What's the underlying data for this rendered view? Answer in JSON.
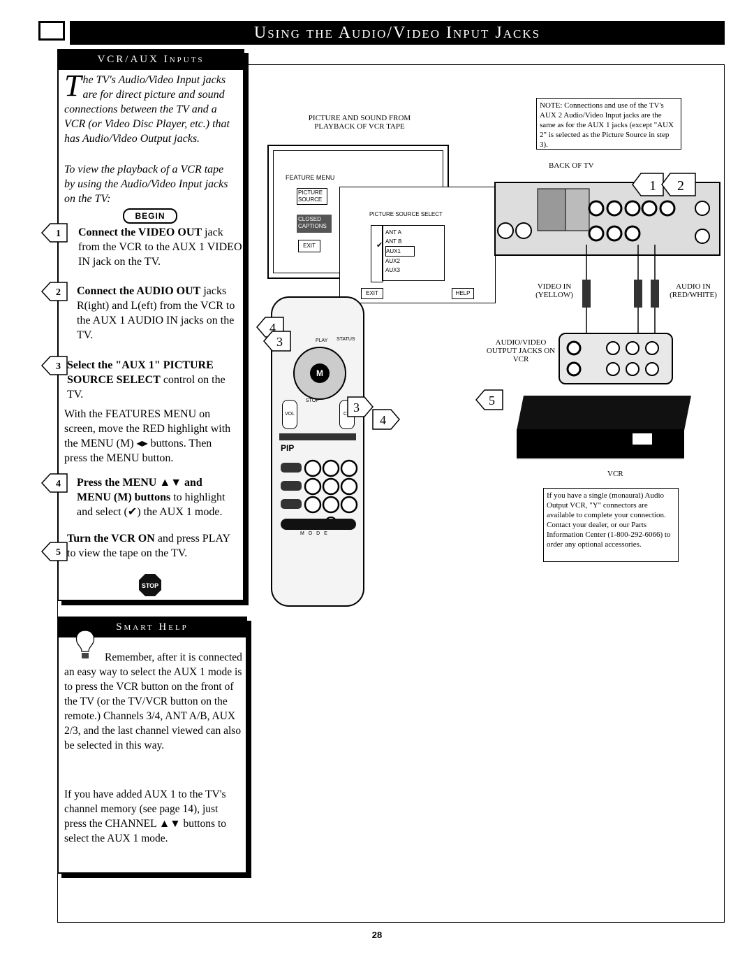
{
  "header": {
    "title": "Using the Audio/Video Input Jacks"
  },
  "panel1": {
    "title": "VCR/AUX Inputs",
    "intro_drop": "T",
    "intro": "he TV's Audio/Video Input jacks are for direct picture and sound connections between the TV and a VCR (or Video Disc Player, etc.) that has Audio/Video Output jacks.",
    "intro2": "To view the playback of a VCR tape by using the Audio/Video Input jacks on the TV:",
    "begin_label": "BEGIN",
    "steps": [
      {
        "num": "1",
        "bold": "Connect the VIDEO OUT",
        "text": " jack from the VCR to the AUX 1 VIDEO IN jack on the TV."
      },
      {
        "num": "2",
        "bold": "Connect the AUDIO OUT",
        "text": " jacks R(ight) and L(eft) from the VCR to the AUX 1 AUDIO IN jacks on the TV."
      },
      {
        "num": "3",
        "bold": "Select the \"AUX 1\" PICTURE SOURCE SELECT",
        "text": " control on the TV.",
        "extra": "With the FEATURES MENU on screen, move the RED highlight with the MENU (M) ◂▸ buttons. Then press the MENU button."
      },
      {
        "num": "4",
        "bold": "Press the MENU ▲▼ and MENU (M) buttons",
        "text": " to highlight and select (✔) the AUX 1 mode."
      },
      {
        "num": "5",
        "bold": "Turn the VCR ON",
        "text": " and press PLAY to view the tape on the TV."
      }
    ],
    "stop_label": "STOP"
  },
  "panel2": {
    "title": "Smart Help",
    "p1": "Remember, after it is connected an easy way to select the AUX 1 mode is to press the VCR button on the front of the TV (or the TV/VCR button on the remote.) Channels 3/4, ANT A/B, AUX 2/3, and the last channel viewed can also be selected in this way.",
    "p2": "If you have added AUX 1 to the TV's channel memory (see page 14), just press the CHANNEL ▲▼ buttons to select the AUX 1 mode."
  },
  "diagram": {
    "playback_caption": "PICTURE AND SOUND FROM PLAYBACK OF VCR TAPE",
    "note_aux2": "NOTE: Connections and use of the TV's AUX 2 Audio/Video Input jacks are the same as for the AUX 1 jacks (except \"AUX 2\" is selected as the Picture Source in step 3).",
    "back_of_tv": "BACK OF TV",
    "feature_menu": "FEATURE MENU",
    "menu_items": [
      "PICTURE SOURCE",
      "CLOSED CAPTIONS",
      "EXIT"
    ],
    "picture_source_select": "PICTURE SOURCE SELECT",
    "source_options": [
      "ANT A",
      "ANT B",
      "AUX1",
      "AUX2",
      "AUX3"
    ],
    "exit": "EXIT",
    "help": "HELP",
    "video_in": "VIDEO IN",
    "video_in_color": "(YELLOW)",
    "audio_in": "AUDIO IN",
    "audio_in_color": "(RED/WHITE)",
    "av_output": "AUDIO/VIDEO OUTPUT JACKS ON VCR",
    "vcr_label": "VCR",
    "mono_note": "If you have a single (monaural) Audio Output VCR, \"Y\" connectors are available to complete your connection. Contact your dealer, or our Parts Information Center (1-800-292-6066) to order any optional accessories.",
    "remote_labels": {
      "pip": "PIP",
      "mode": "M O D E",
      "status": "STATUS",
      "play": "PLAY",
      "stop": "STOP",
      "vol": "VOL",
      "ch": "CH"
    },
    "callouts": [
      "1",
      "2",
      "3",
      "4",
      "5"
    ]
  },
  "footer": {
    "page_number": "28"
  }
}
